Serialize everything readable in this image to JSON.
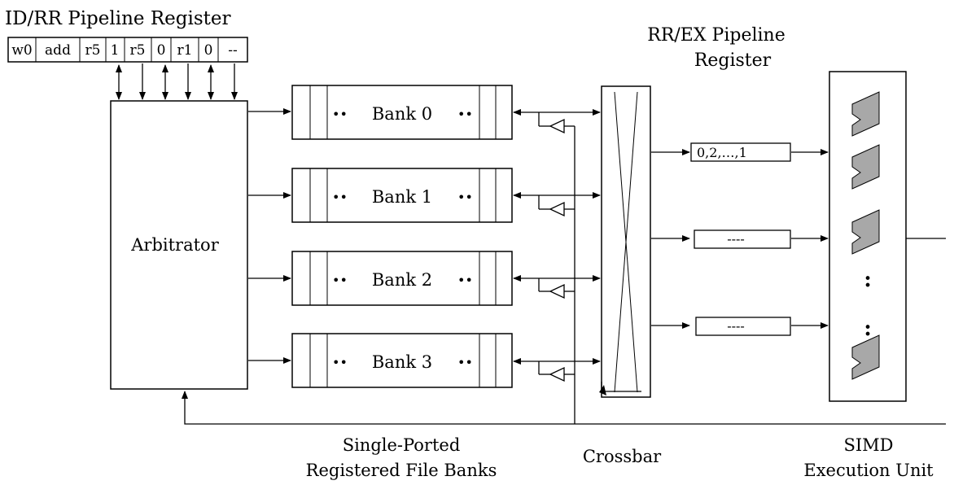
{
  "id_rr": {
    "title": "ID/RR Pipeline Register",
    "fields": [
      "w0",
      "add",
      "r5",
      "1",
      "r5",
      "0",
      "r1",
      "0",
      "--"
    ]
  },
  "rr_ex": {
    "title_line1": "RR/EX Pipeline",
    "title_line2": "Register",
    "entries": [
      "0,2,…,1",
      "----",
      "----"
    ]
  },
  "arbitrator": {
    "label": "Arbitrator"
  },
  "banks": [
    {
      "label": "Bank  0"
    },
    {
      "label": "Bank  1"
    },
    {
      "label": "Bank  2"
    },
    {
      "label": "Bank  3"
    }
  ],
  "bank_dots": "••",
  "captions": {
    "banks_line1": "Single-Ported",
    "banks_line2": "Registered File Banks",
    "crossbar": "Crossbar",
    "simd_line1": "SIMD",
    "simd_line2": "Execution Unit"
  },
  "simd_dots": ":",
  "colors": {
    "alu_fill": "#a8a8a8",
    "line": "#000000"
  }
}
